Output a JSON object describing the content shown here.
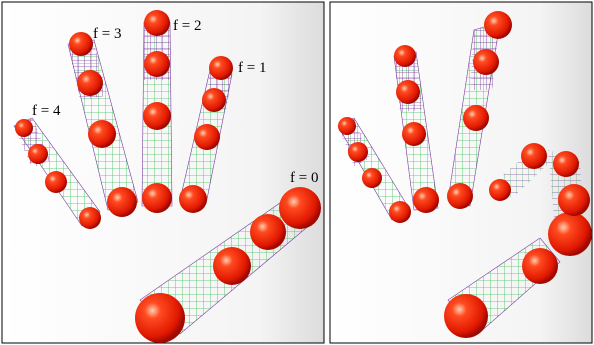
{
  "panels": [
    {
      "name": "open-hand",
      "labels": [
        "f = 0",
        "f = 1",
        "f = 2",
        "f = 3",
        "f = 4"
      ]
    },
    {
      "name": "bent-hand",
      "labels": []
    }
  ],
  "colors": {
    "background": "#f2f2f2",
    "sphere": "#ff2a10",
    "sphere_highlight": "#ffb08a",
    "sphere_shadow": "#b00d00",
    "wire_green": "#3fbf5a",
    "wire_purple": "#8a40a8",
    "panel_border": "#000000"
  },
  "icon": "hand-model-illustration"
}
